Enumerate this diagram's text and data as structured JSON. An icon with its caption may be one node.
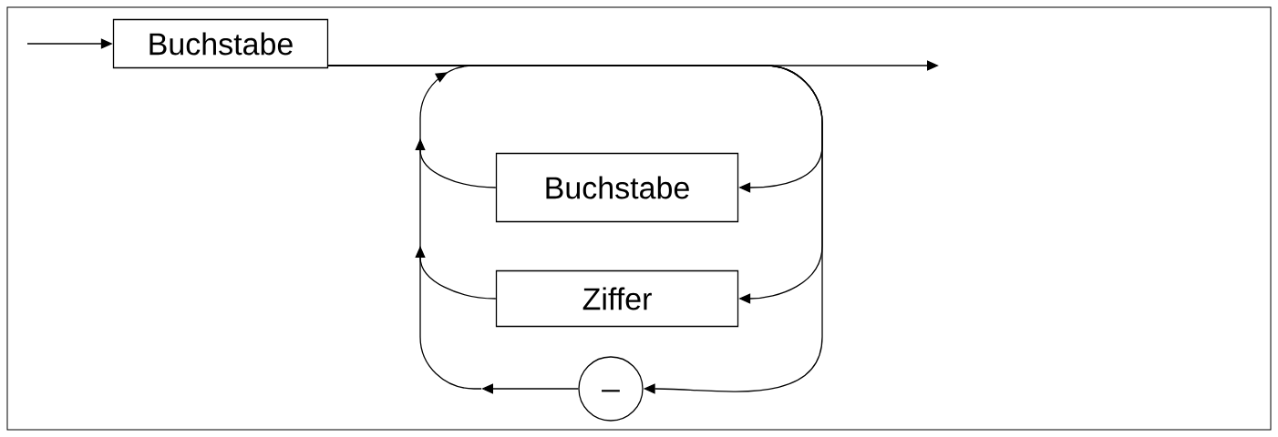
{
  "diagram": {
    "nodes": [
      {
        "text": [
          "Buchstabe"
        ]
      },
      {
        "text": [
          "Buchstabe"
        ]
      },
      {
        "text": [
          "Ziffer"
        ]
      },
      {
        "text": [
          "_"
        ]
      }
    ],
    "edges": [
      {
        "from": null,
        "to": 0,
        "arrow": "to"
      },
      {
        "from": 0,
        "to": null,
        "arrow": "to"
      },
      {
        "from": 0,
        "to": 1,
        "arrow": "to"
      },
      {
        "from": 0,
        "to": 2,
        "arrow": "to"
      },
      {
        "from": 0,
        "to": 3,
        "arrow": "to"
      },
      {
        "from": 1,
        "to": null,
        "arrow": "to"
      },
      {
        "from": 2,
        "to": null,
        "arrow": "to"
      },
      {
        "from": 3,
        "to": null,
        "arrow": "to"
      }
    ]
  }
}
